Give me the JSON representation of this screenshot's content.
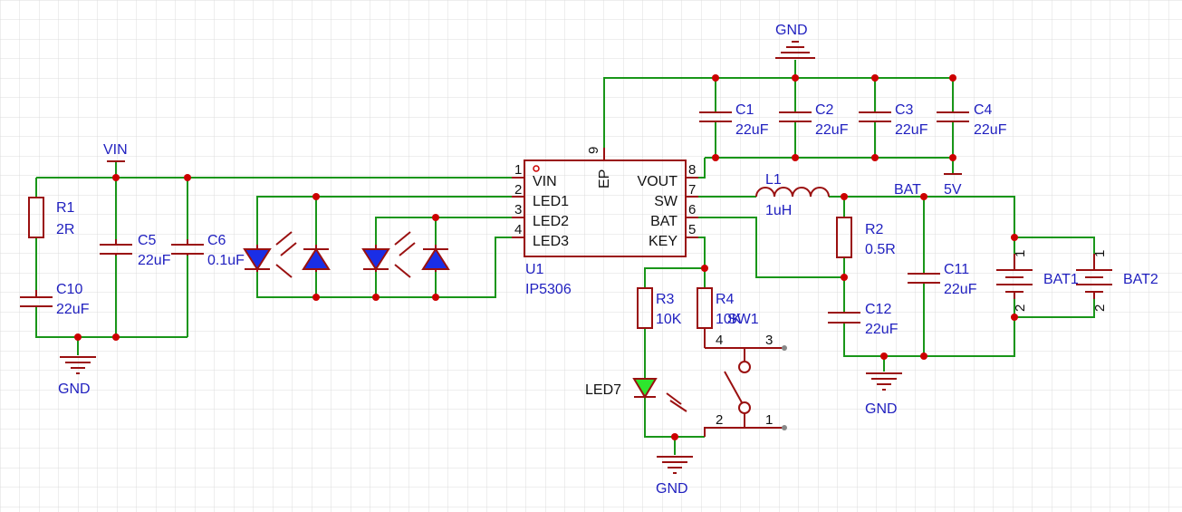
{
  "colors": {
    "wire": "#199619",
    "component": "#9a1010",
    "junction": "#cc0000",
    "grid": "#dcdcdc",
    "label": "#1f1fbf"
  },
  "ports": {
    "vin": "VIN",
    "gnd_left": "GND",
    "gnd_top": "GND",
    "gnd_bat": "GND",
    "gnd_key": "GND",
    "bat_net": "BAT",
    "out_5v": "5V"
  },
  "ic": {
    "ref": "U1",
    "value": "IP5306",
    "pins_left": [
      {
        "num": "1",
        "name": "VIN"
      },
      {
        "num": "2",
        "name": "LED1"
      },
      {
        "num": "3",
        "name": "LED2"
      },
      {
        "num": "4",
        "name": "LED3"
      }
    ],
    "pins_right": [
      {
        "num": "8",
        "name": "VOUT"
      },
      {
        "num": "7",
        "name": "SW"
      },
      {
        "num": "6",
        "name": "BAT"
      },
      {
        "num": "5",
        "name": "KEY"
      }
    ],
    "pin_top": {
      "num": "9",
      "name": "EP"
    }
  },
  "parts": {
    "R1": {
      "ref": "R1",
      "value": "2R"
    },
    "C10": {
      "ref": "C10",
      "value": "22uF"
    },
    "C5": {
      "ref": "C5",
      "value": "22uF"
    },
    "C6": {
      "ref": "C6",
      "value": "0.1uF"
    },
    "C1": {
      "ref": "C1",
      "value": "22uF"
    },
    "C2": {
      "ref": "C2",
      "value": "22uF"
    },
    "C3": {
      "ref": "C3",
      "value": "22uF"
    },
    "C4": {
      "ref": "C4",
      "value": "22uF"
    },
    "L1": {
      "ref": "L1",
      "value": "1uH"
    },
    "R2": {
      "ref": "R2",
      "value": "0.5R"
    },
    "C11": {
      "ref": "C11",
      "value": "22uF"
    },
    "C12": {
      "ref": "C12",
      "value": "22uF"
    },
    "R3": {
      "ref": "R3",
      "value": "10K"
    },
    "R4": {
      "ref": "R4",
      "value": "10K"
    },
    "SW1": {
      "ref": "SW1",
      "pin1": "1",
      "pin2": "2",
      "pin3": "3",
      "pin4": "4"
    },
    "LED7": {
      "ref": "LED7"
    },
    "BAT1": {
      "ref": "BAT1",
      "pin1": "1",
      "pin2": "2"
    },
    "BAT2": {
      "ref": "BAT2",
      "pin1": "1",
      "pin2": "2"
    }
  }
}
